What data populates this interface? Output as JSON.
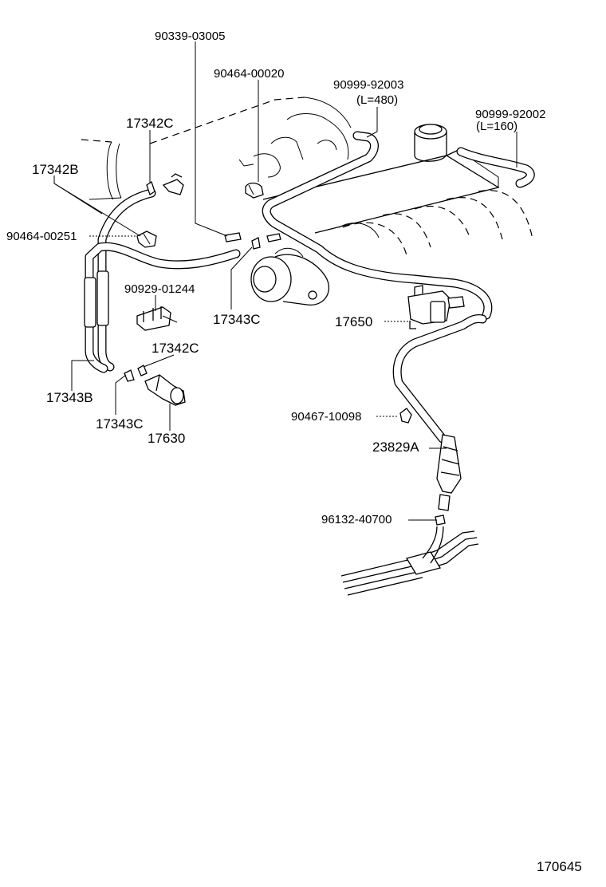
{
  "diagram": {
    "labels": {
      "p90339_03005": "90339-03005",
      "p90464_00020": "90464-00020",
      "p90999_92003": "90999-92003",
      "p90999_92003_len": "(L=480)",
      "p90999_92002": "90999-92002",
      "p90999_92002_len": "(L=160)",
      "p17342C_top": "17342C",
      "p17342B": "17342B",
      "p90464_00251": "90464-00251",
      "p90929_01244": "90929-01244",
      "p17343C_mid": "17343C",
      "p17650": "17650",
      "p17342C_low": "17342C",
      "p17343B": "17343B",
      "p17343C_low": "17343C",
      "p17630": "17630",
      "p90467_10098": "90467-10098",
      "p23829A": "23829A",
      "p96132_40700": "96132-40700"
    },
    "figure_number": "170645"
  }
}
